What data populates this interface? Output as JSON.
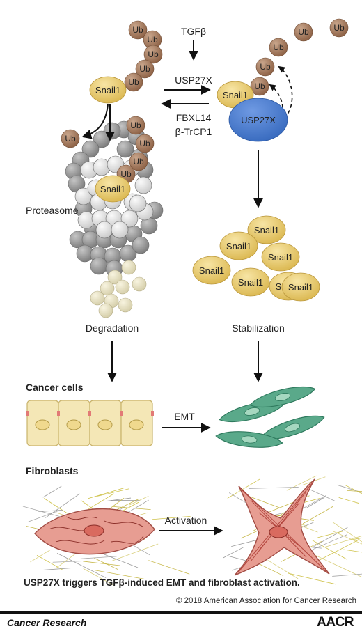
{
  "ub_label": "Ub",
  "snail_label": "Snail1",
  "upper": {
    "tgf": "TGFβ",
    "usp27x": "USP27X",
    "fbxl14": "FBXL14",
    "btrcp1": "β-TrCP1",
    "usp27x_enzyme": "USP27X",
    "proteasome": "Proteasome",
    "degradation": "Degradation",
    "stabilization": "Stabilization",
    "partial_snail": "S"
  },
  "cells": {
    "cancer_cells": "Cancer cells",
    "emt": "EMT",
    "fibroblasts": "Fibroblasts",
    "activation": "Activation"
  },
  "caption": "USP27X triggers TGFβ-induced EMT and fibroblast activation.",
  "copyright": "© 2018 American Association for Cancer Research",
  "footer": {
    "journal": "Cancer Research",
    "publisher_logo": "AACR"
  },
  "colors": {
    "ub_fill": "#a97c5e",
    "snail_fill": "#e9cc78",
    "usp27x_fill": "#4a7fd4",
    "cancer_cell_fill": "#f4e7b6",
    "emt_cell_fill": "#5aa98a",
    "fibroblast_fill": "#e79d92"
  }
}
